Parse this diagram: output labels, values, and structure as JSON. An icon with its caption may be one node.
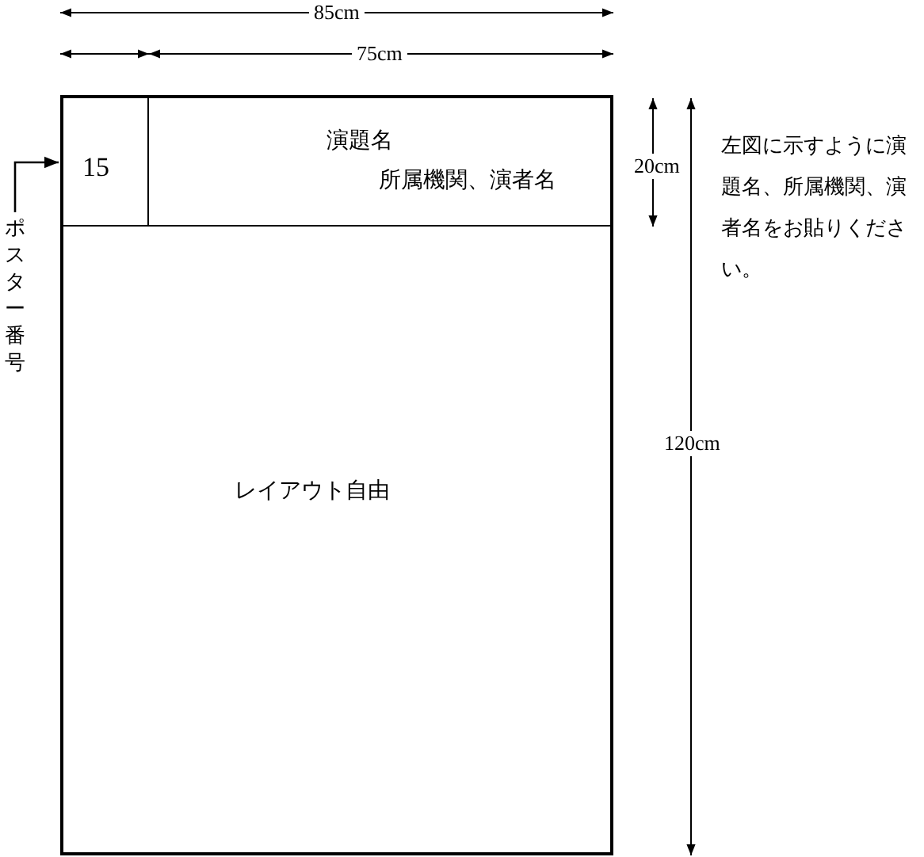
{
  "diagram": {
    "nodes": [
      {
        "text": [],
        "shape": "box"
      },
      {
        "text": [
          "15"
        ],
        "in": 0
      },
      {
        "text": [
          "演題名",
          "所属機関、演者名"
        ],
        "in": 0
      },
      {
        "text": [
          "レイアウト自由"
        ],
        "in": 0
      },
      {
        "text": [
          "ポスター番号"
        ]
      }
    ],
    "edges": [
      {
        "from": 4,
        "to": 1,
        "arrow": "to"
      }
    ],
    "labels": [
      "85cm",
      "75cm",
      "20cm",
      "120cm",
      "左図に示すように演題名、所属機関、演者名をお貼りください。"
    ]
  }
}
